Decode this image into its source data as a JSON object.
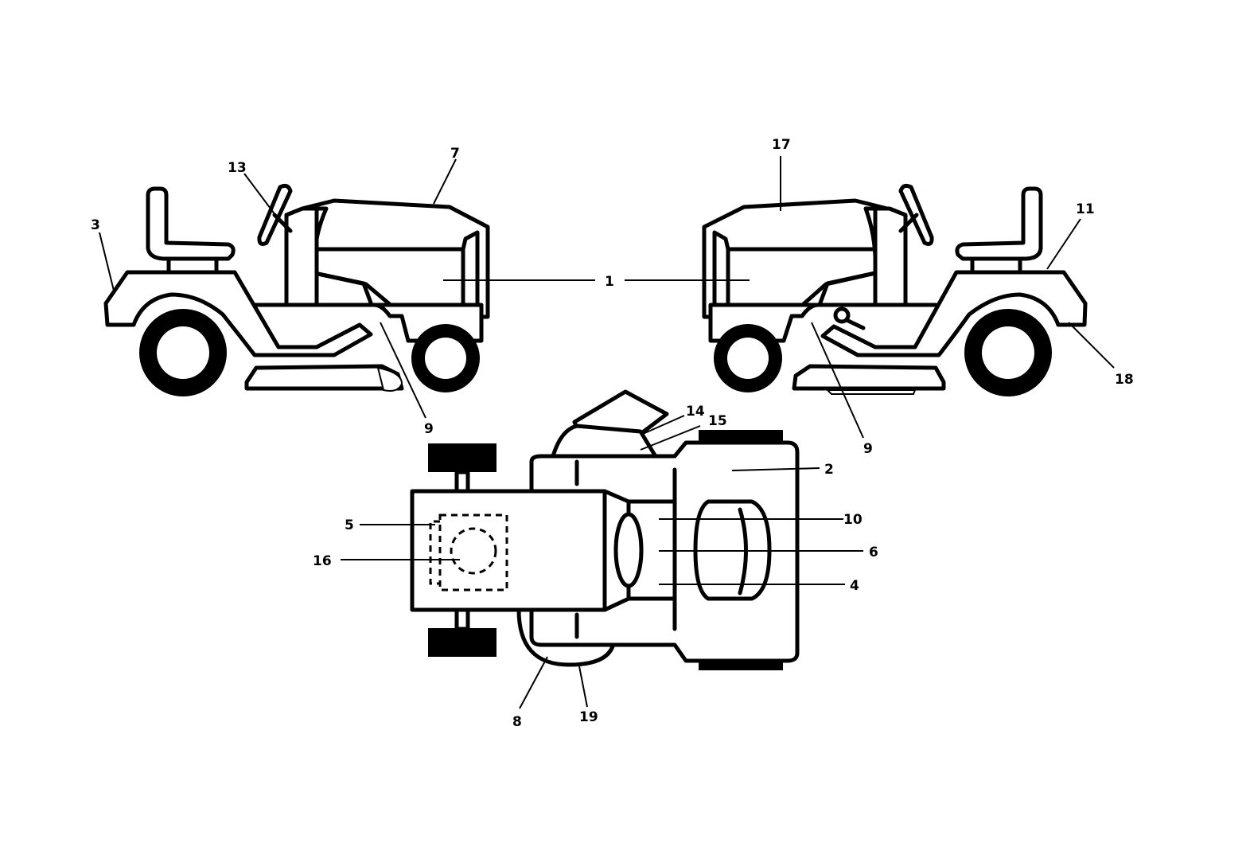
{
  "diagram": {
    "callouts": [
      {
        "id": "1",
        "label": "1"
      },
      {
        "id": "2",
        "label": "2"
      },
      {
        "id": "3",
        "label": "3"
      },
      {
        "id": "4",
        "label": "4"
      },
      {
        "id": "5",
        "label": "5"
      },
      {
        "id": "6",
        "label": "6"
      },
      {
        "id": "7",
        "label": "7"
      },
      {
        "id": "8",
        "label": "8"
      },
      {
        "id": "9a",
        "label": "9"
      },
      {
        "id": "9b",
        "label": "9"
      },
      {
        "id": "10",
        "label": "10"
      },
      {
        "id": "11",
        "label": "11"
      },
      {
        "id": "13",
        "label": "13"
      },
      {
        "id": "14",
        "label": "14"
      },
      {
        "id": "15",
        "label": "15"
      },
      {
        "id": "16",
        "label": "16"
      },
      {
        "id": "17",
        "label": "17"
      },
      {
        "id": "18",
        "label": "18"
      },
      {
        "id": "19",
        "label": "19"
      }
    ]
  }
}
